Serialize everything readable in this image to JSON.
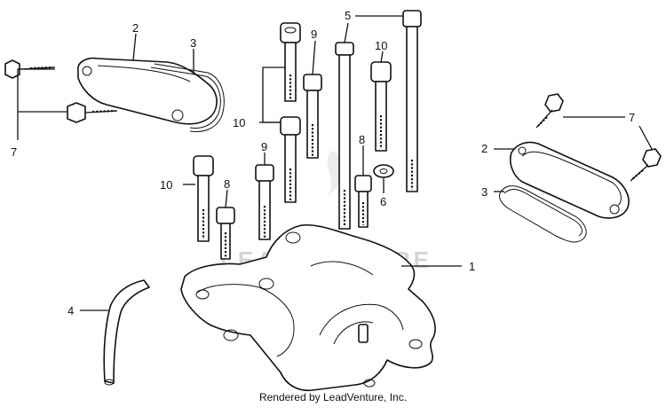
{
  "watermark": "LEADVENTURE",
  "footer_text": "Rendered by LeadVenture, Inc.",
  "callouts": {
    "c1": "1",
    "c2a": "2",
    "c2b": "2",
    "c3a": "3",
    "c3b": "3",
    "c4": "4",
    "c5": "5",
    "c6": "6",
    "c7a": "7",
    "c7b": "7",
    "c8a": "8",
    "c8b": "8",
    "c9a": "9",
    "c9b": "9",
    "c10a": "10",
    "c10b": "10",
    "c10c": "10"
  }
}
